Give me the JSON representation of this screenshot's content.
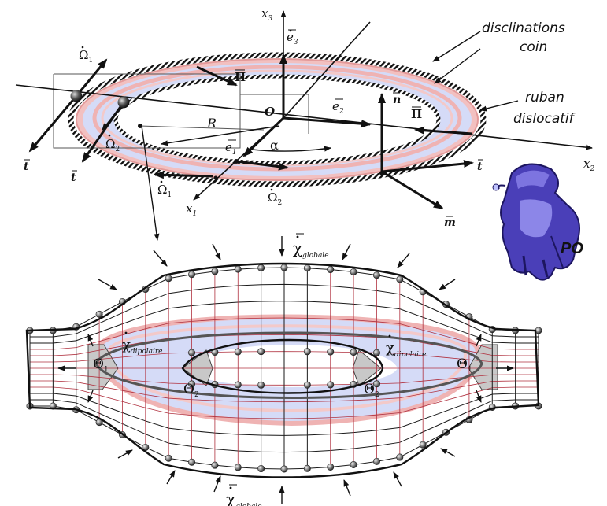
{
  "callouts": {
    "disclinations": "disclinations",
    "coin": "coin",
    "ruban": "ruban",
    "dislocatif": "dislocatif"
  },
  "axes": {
    "x1": "x",
    "x1_sub": "1",
    "x2": "x",
    "x2_sub": "2",
    "x3": "x",
    "x3_sub": "3",
    "origin": "O"
  },
  "vectors": {
    "e1": "e",
    "e1_sub": "1",
    "e2": "e",
    "e2_sub": "2",
    "e3": "e",
    "e3_sub": "3",
    "n": "n",
    "m": "m",
    "t": "t",
    "Pi": "Π"
  },
  "symbols": {
    "Omega": "Ω",
    "sub1": "1",
    "sub2": "2",
    "R": "R",
    "alpha": "α",
    "Theta": "Θ",
    "chi": "χ",
    "globale": "globale",
    "dipolaire": "dipolaire"
  },
  "badge": {
    "po": "PO"
  },
  "colors": {
    "ribbon_fill": "#d7dcf7",
    "ribbon_edge": "#e9a6a6",
    "grid_line": "#1a1a1a",
    "red_grid": "#b0313f",
    "node": "#7a7a7a",
    "wedge": "#c8c8c8",
    "figure": "#5a4fd0"
  }
}
